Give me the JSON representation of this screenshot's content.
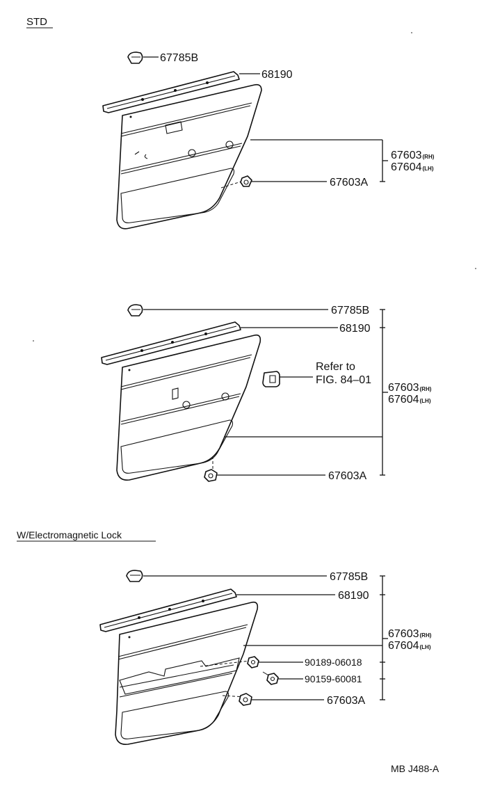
{
  "sections": {
    "std": {
      "heading": "STD"
    },
    "electromagnetic": {
      "heading": "W/Electromagnetic Lock"
    }
  },
  "labels": {
    "clip": "67785B",
    "strip": "68190",
    "board_rh_num": "67603",
    "board_rh_suffix": "(RH)",
    "board_lh_num": "67604",
    "board_lh_suffix": "(LH)",
    "fastener": "67603A",
    "refer_line1": "Refer to",
    "refer_line2": "FIG. 84–01",
    "bolt1": "90189-06018",
    "bolt2": "90159-60081"
  },
  "footer": {
    "code": "MB J488-A"
  }
}
